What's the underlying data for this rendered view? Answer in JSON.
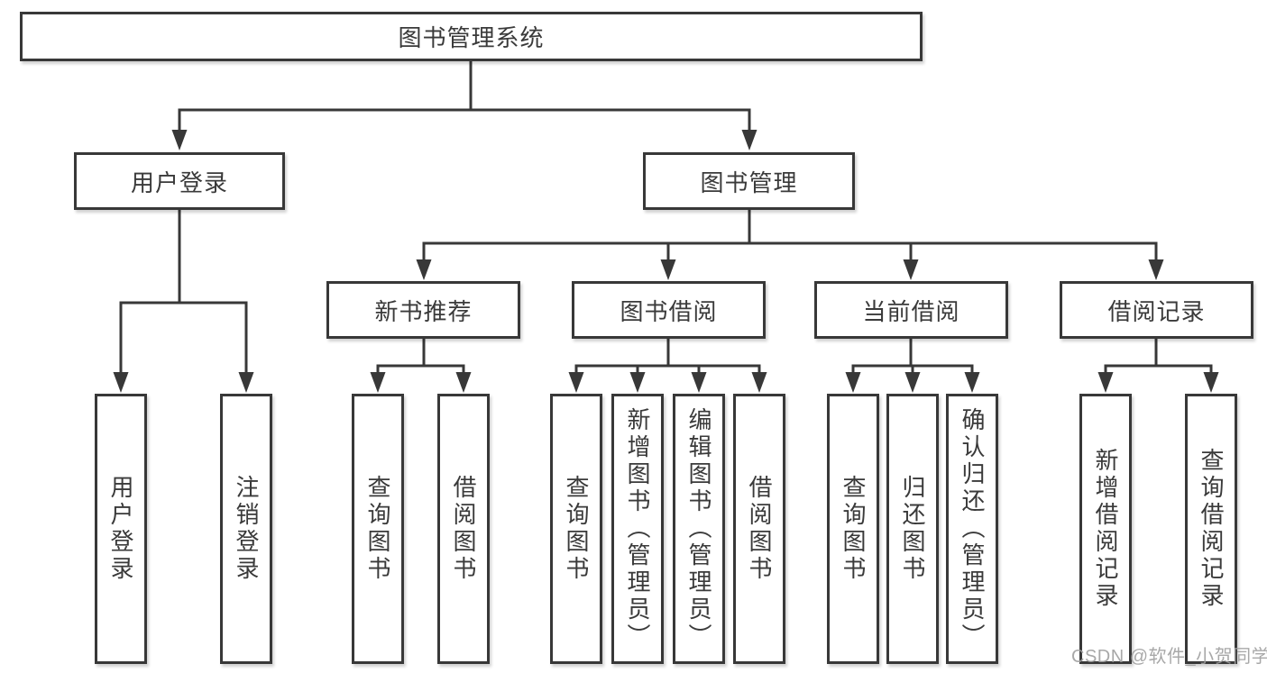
{
  "colors": {
    "line": "#383838",
    "box_border": "#383838",
    "text": "#3a3a3a",
    "background": "#ffffff",
    "watermark": "#9e9e9e"
  },
  "watermark": "CSDN @软件_小贺同学",
  "diagram": {
    "root": {
      "label": "图书管理系统"
    },
    "children": [
      {
        "label": "用户登录",
        "children": [
          {
            "label": "用户登录"
          },
          {
            "label": "注销登录"
          }
        ]
      },
      {
        "label": "图书管理",
        "children": [
          {
            "label": "新书推荐",
            "children": [
              {
                "label": "查询图书"
              },
              {
                "label": "借阅图书"
              }
            ]
          },
          {
            "label": "图书借阅",
            "children": [
              {
                "label": "查询图书"
              },
              {
                "label": "新增图书（管理员）"
              },
              {
                "label": "编辑图书（管理员）"
              },
              {
                "label": "借阅图书"
              }
            ]
          },
          {
            "label": "当前借阅",
            "children": [
              {
                "label": "查询图书"
              },
              {
                "label": "归还图书"
              },
              {
                "label": "确认归还（管理员）"
              }
            ]
          },
          {
            "label": "借阅记录",
            "children": [
              {
                "label": "新增借阅记录"
              },
              {
                "label": "查询借阅记录"
              }
            ]
          }
        ]
      }
    ]
  }
}
